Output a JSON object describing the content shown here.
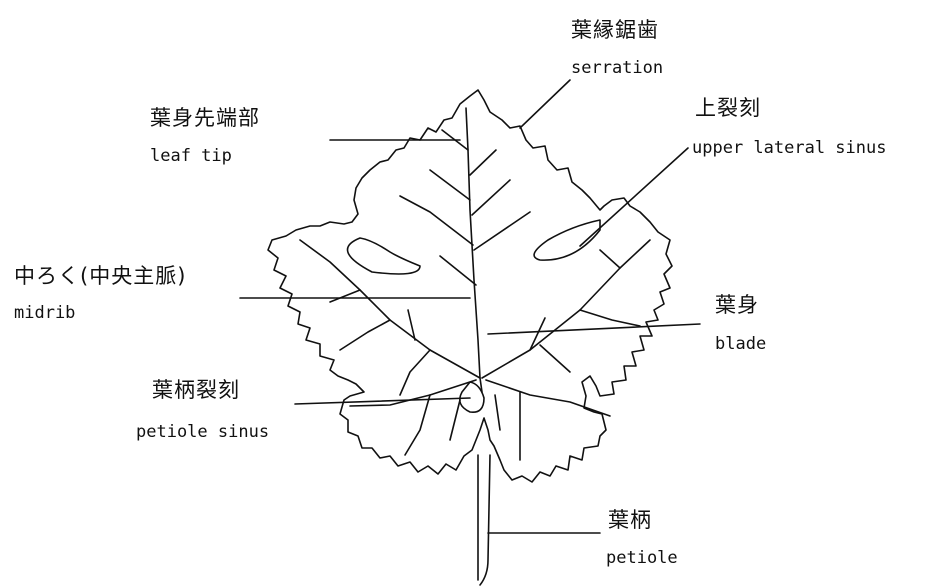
{
  "labels": {
    "serration": {
      "ja": "葉縁鋸歯",
      "en": "serration"
    },
    "leaf_tip": {
      "ja": "葉身先端部",
      "en": "leaf tip"
    },
    "upper_sinus": {
      "ja": "上裂刻",
      "en": "upper lateral sinus"
    },
    "midrib": {
      "ja": "中ろく(中央主脈)",
      "en": "midrib"
    },
    "blade": {
      "ja": "葉身",
      "en": "blade"
    },
    "petiole_sinus": {
      "ja": "葉柄裂刻",
      "en": "petiole sinus"
    },
    "petiole": {
      "ja": "葉柄",
      "en": "petiole"
    }
  },
  "colors": {
    "ink": "#111111",
    "background": "#ffffff"
  }
}
